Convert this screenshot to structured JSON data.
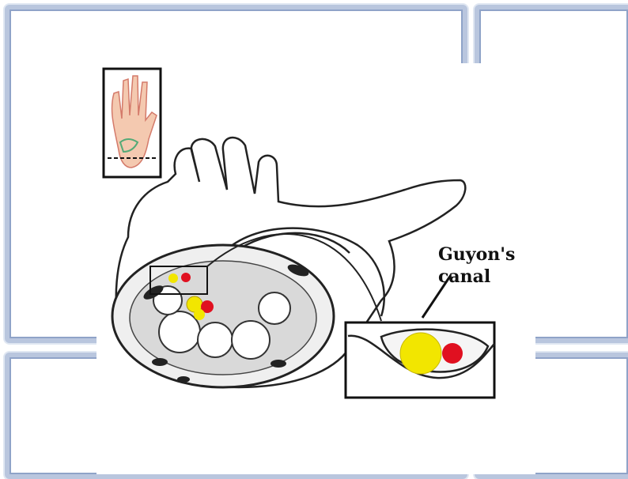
{
  "diagram": {
    "callout_label_line1": "Guyon's",
    "callout_label_line2": "canal",
    "nerve_icon": "yellow-circle",
    "artery_icon": "red-circle",
    "colors": {
      "nerve": "#f2e600",
      "artery": "#e01020",
      "frame": "#b9c6de",
      "frame_dark": "#8fa3c8"
    }
  }
}
